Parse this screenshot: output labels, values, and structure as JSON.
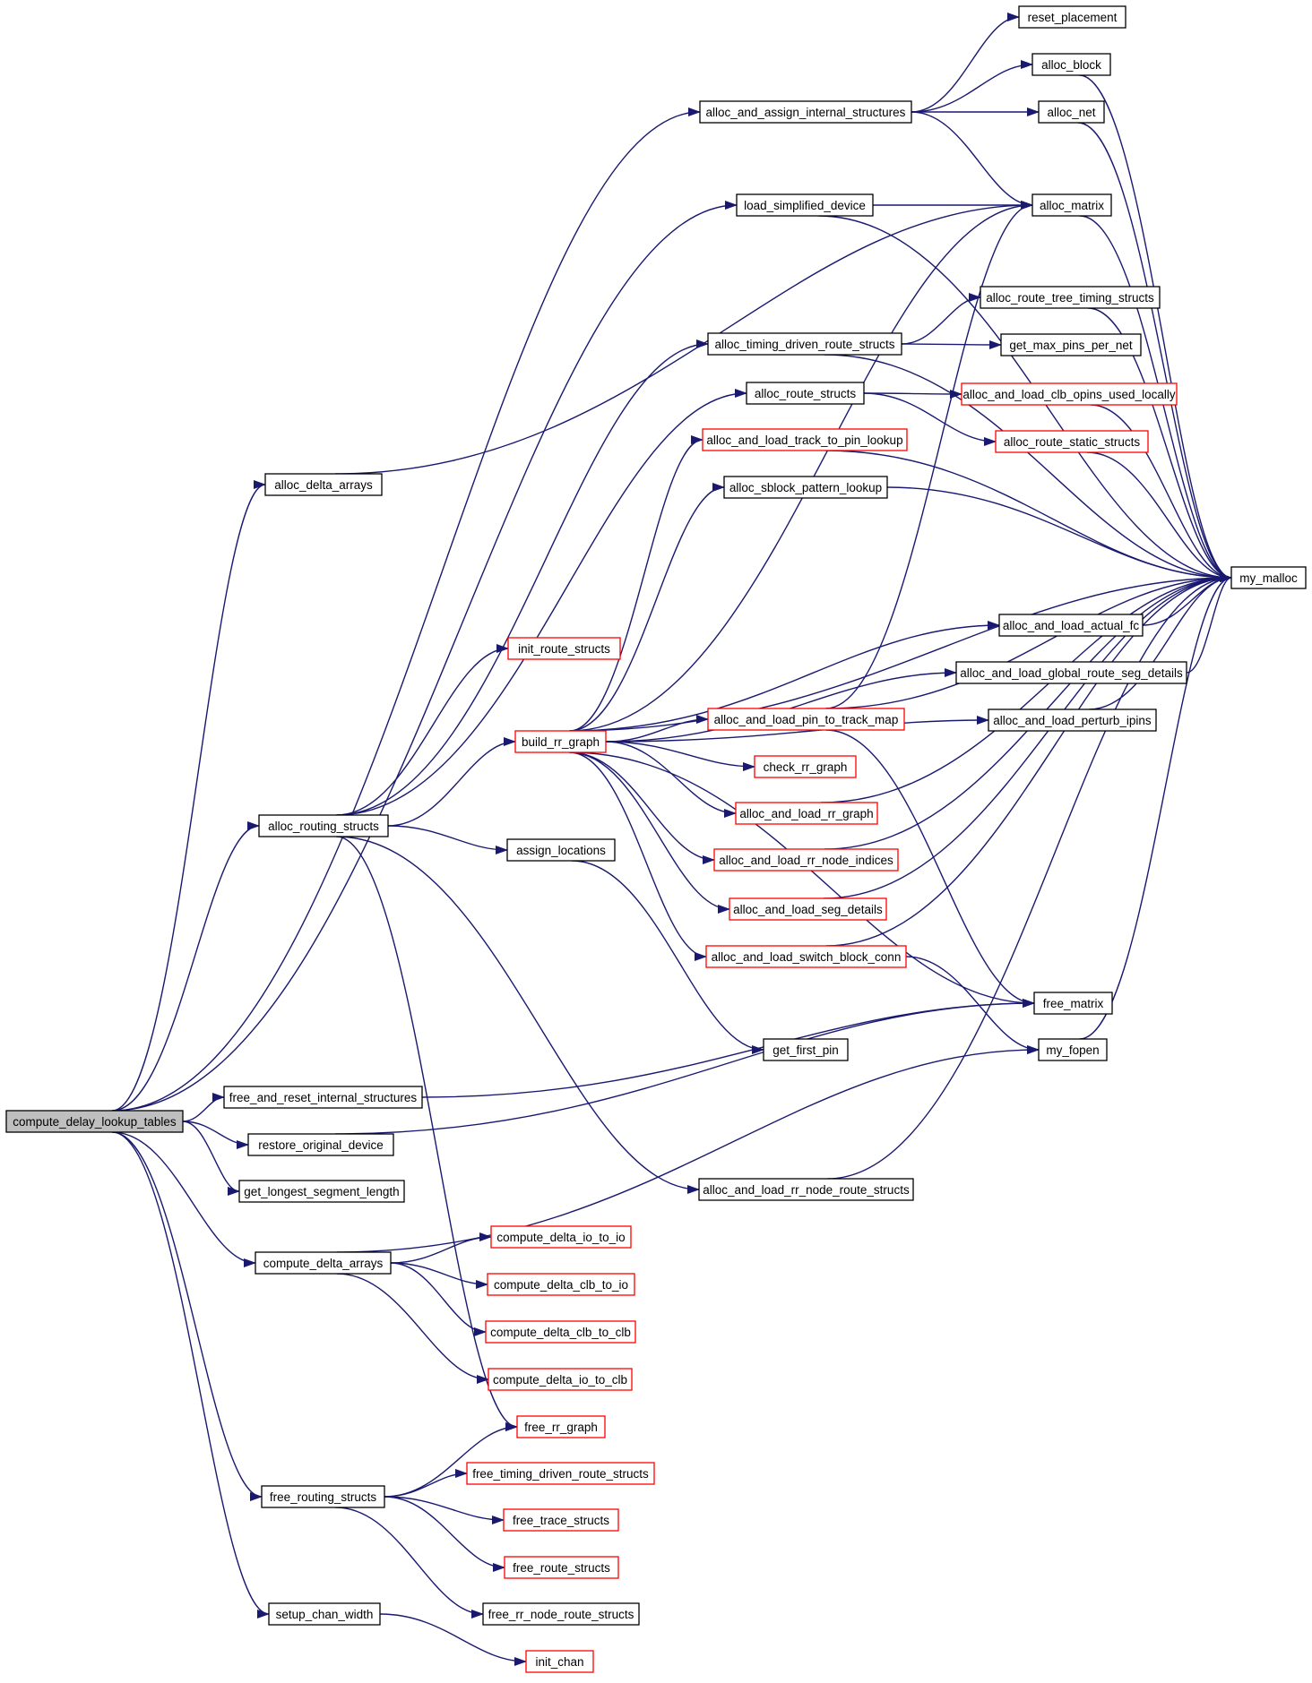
{
  "colors": {
    "edge": "#191970",
    "border_normal": "#000000",
    "border_truncated": "#ff0000",
    "root_fill": "#bfbfbf",
    "node_fill": "#ffffff"
  },
  "nodes": [
    {
      "id": "compute_delay_lookup_tables",
      "label": "compute_delay_lookup_tables",
      "style": "root"
    },
    {
      "id": "alloc_and_assign_internal_structures",
      "label": "alloc_and_assign_internal_structures",
      "style": "normal"
    },
    {
      "id": "reset_placement",
      "label": "reset_placement",
      "style": "normal"
    },
    {
      "id": "alloc_block",
      "label": "alloc_block",
      "style": "normal"
    },
    {
      "id": "alloc_net",
      "label": "alloc_net",
      "style": "normal"
    },
    {
      "id": "load_simplified_device",
      "label": "load_simplified_device",
      "style": "normal"
    },
    {
      "id": "alloc_matrix",
      "label": "alloc_matrix",
      "style": "normal"
    },
    {
      "id": "alloc_route_tree_timing_structs",
      "label": "alloc_route_tree_timing_structs",
      "style": "normal"
    },
    {
      "id": "alloc_timing_driven_route_structs",
      "label": "alloc_timing_driven_route_structs",
      "style": "normal"
    },
    {
      "id": "get_max_pins_per_net",
      "label": "get_max_pins_per_net",
      "style": "normal"
    },
    {
      "id": "alloc_route_structs",
      "label": "alloc_route_structs",
      "style": "normal"
    },
    {
      "id": "alloc_and_load_clb_opins_used_locally",
      "label": "alloc_and_load_clb_opins_used_locally",
      "style": "truncated"
    },
    {
      "id": "alloc_and_load_track_to_pin_lookup",
      "label": "alloc_and_load_track_to_pin_lookup",
      "style": "truncated"
    },
    {
      "id": "alloc_route_static_structs",
      "label": "alloc_route_static_structs",
      "style": "truncated"
    },
    {
      "id": "alloc_delta_arrays",
      "label": "alloc_delta_arrays",
      "style": "normal"
    },
    {
      "id": "alloc_sblock_pattern_lookup",
      "label": "alloc_sblock_pattern_lookup",
      "style": "normal"
    },
    {
      "id": "my_malloc",
      "label": "my_malloc",
      "style": "normal"
    },
    {
      "id": "alloc_and_load_actual_fc",
      "label": "alloc_and_load_actual_fc",
      "style": "normal"
    },
    {
      "id": "init_route_structs",
      "label": "init_route_structs",
      "style": "truncated"
    },
    {
      "id": "alloc_and_load_global_route_seg_details",
      "label": "alloc_and_load_global_route_seg_details",
      "style": "normal"
    },
    {
      "id": "alloc_and_load_pin_to_track_map",
      "label": "alloc_and_load_pin_to_track_map",
      "style": "truncated"
    },
    {
      "id": "alloc_and_load_perturb_ipins",
      "label": "alloc_and_load_perturb_ipins",
      "style": "normal"
    },
    {
      "id": "build_rr_graph",
      "label": "build_rr_graph",
      "style": "truncated"
    },
    {
      "id": "check_rr_graph",
      "label": "check_rr_graph",
      "style": "truncated"
    },
    {
      "id": "alloc_and_load_rr_graph",
      "label": "alloc_and_load_rr_graph",
      "style": "truncated"
    },
    {
      "id": "alloc_routing_structs",
      "label": "alloc_routing_structs",
      "style": "normal"
    },
    {
      "id": "assign_locations",
      "label": "assign_locations",
      "style": "normal"
    },
    {
      "id": "alloc_and_load_rr_node_indices",
      "label": "alloc_and_load_rr_node_indices",
      "style": "truncated"
    },
    {
      "id": "alloc_and_load_seg_details",
      "label": "alloc_and_load_seg_details",
      "style": "truncated"
    },
    {
      "id": "alloc_and_load_switch_block_conn",
      "label": "alloc_and_load_switch_block_conn",
      "style": "truncated"
    },
    {
      "id": "free_matrix",
      "label": "free_matrix",
      "style": "normal"
    },
    {
      "id": "get_first_pin",
      "label": "get_first_pin",
      "style": "normal"
    },
    {
      "id": "my_fopen",
      "label": "my_fopen",
      "style": "normal"
    },
    {
      "id": "free_and_reset_internal_structures",
      "label": "free_and_reset_internal_structures",
      "style": "normal"
    },
    {
      "id": "restore_original_device",
      "label": "restore_original_device",
      "style": "normal"
    },
    {
      "id": "get_longest_segment_length",
      "label": "get_longest_segment_length",
      "style": "normal"
    },
    {
      "id": "alloc_and_load_rr_node_route_structs",
      "label": "alloc_and_load_rr_node_route_structs",
      "style": "normal"
    },
    {
      "id": "compute_delta_arrays",
      "label": "compute_delta_arrays",
      "style": "normal"
    },
    {
      "id": "compute_delta_io_to_io",
      "label": "compute_delta_io_to_io",
      "style": "truncated"
    },
    {
      "id": "compute_delta_clb_to_io",
      "label": "compute_delta_clb_to_io",
      "style": "truncated"
    },
    {
      "id": "compute_delta_clb_to_clb",
      "label": "compute_delta_clb_to_clb",
      "style": "truncated"
    },
    {
      "id": "compute_delta_io_to_clb",
      "label": "compute_delta_io_to_clb",
      "style": "truncated"
    },
    {
      "id": "free_rr_graph",
      "label": "free_rr_graph",
      "style": "truncated"
    },
    {
      "id": "free_routing_structs",
      "label": "free_routing_structs",
      "style": "normal"
    },
    {
      "id": "free_timing_driven_route_structs",
      "label": "free_timing_driven_route_structs",
      "style": "truncated"
    },
    {
      "id": "free_trace_structs",
      "label": "free_trace_structs",
      "style": "truncated"
    },
    {
      "id": "free_route_structs",
      "label": "free_route_structs",
      "style": "truncated"
    },
    {
      "id": "free_rr_node_route_structs",
      "label": "free_rr_node_route_structs",
      "style": "normal"
    },
    {
      "id": "setup_chan_width",
      "label": "setup_chan_width",
      "style": "normal"
    },
    {
      "id": "init_chan",
      "label": "init_chan",
      "style": "truncated"
    }
  ],
  "edges": [
    [
      "compute_delay_lookup_tables",
      "alloc_and_assign_internal_structures"
    ],
    [
      "compute_delay_lookup_tables",
      "load_simplified_device"
    ],
    [
      "compute_delay_lookup_tables",
      "alloc_delta_arrays"
    ],
    [
      "compute_delay_lookup_tables",
      "alloc_routing_structs"
    ],
    [
      "compute_delay_lookup_tables",
      "free_and_reset_internal_structures"
    ],
    [
      "compute_delay_lookup_tables",
      "restore_original_device"
    ],
    [
      "compute_delay_lookup_tables",
      "get_longest_segment_length"
    ],
    [
      "compute_delay_lookup_tables",
      "compute_delta_arrays"
    ],
    [
      "compute_delay_lookup_tables",
      "free_routing_structs"
    ],
    [
      "compute_delay_lookup_tables",
      "setup_chan_width"
    ],
    [
      "alloc_and_assign_internal_structures",
      "reset_placement"
    ],
    [
      "alloc_and_assign_internal_structures",
      "alloc_block"
    ],
    [
      "alloc_and_assign_internal_structures",
      "alloc_net"
    ],
    [
      "alloc_and_assign_internal_structures",
      "alloc_matrix"
    ],
    [
      "alloc_block",
      "my_malloc"
    ],
    [
      "alloc_net",
      "my_malloc"
    ],
    [
      "load_simplified_device",
      "alloc_matrix"
    ],
    [
      "load_simplified_device",
      "my_malloc"
    ],
    [
      "alloc_matrix",
      "my_malloc"
    ],
    [
      "alloc_delta_arrays",
      "alloc_matrix"
    ],
    [
      "alloc_routing_structs",
      "alloc_timing_driven_route_structs"
    ],
    [
      "alloc_routing_structs",
      "init_route_structs"
    ],
    [
      "alloc_routing_structs",
      "build_rr_graph"
    ],
    [
      "alloc_routing_structs",
      "assign_locations"
    ],
    [
      "alloc_routing_structs",
      "alloc_and_load_rr_node_route_structs"
    ],
    [
      "alloc_routing_structs",
      "free_rr_graph"
    ],
    [
      "alloc_routing_structs",
      "alloc_route_structs"
    ],
    [
      "alloc_timing_driven_route_structs",
      "alloc_route_tree_timing_structs"
    ],
    [
      "alloc_timing_driven_route_structs",
      "get_max_pins_per_net"
    ],
    [
      "alloc_timing_driven_route_structs",
      "my_malloc"
    ],
    [
      "alloc_route_tree_timing_structs",
      "my_malloc"
    ],
    [
      "alloc_route_structs",
      "alloc_and_load_clb_opins_used_locally"
    ],
    [
      "alloc_route_structs",
      "alloc_route_static_structs"
    ],
    [
      "alloc_and_load_clb_opins_used_locally",
      "my_malloc"
    ],
    [
      "alloc_route_static_structs",
      "my_malloc"
    ],
    [
      "alloc_and_load_track_to_pin_lookup",
      "my_malloc"
    ],
    [
      "alloc_sblock_pattern_lookup",
      "my_malloc"
    ],
    [
      "alloc_and_load_actual_fc",
      "my_malloc"
    ],
    [
      "alloc_and_load_global_route_seg_details",
      "my_malloc"
    ],
    [
      "alloc_and_load_perturb_ipins",
      "my_malloc"
    ],
    [
      "alloc_and_load_pin_to_track_map",
      "my_malloc"
    ],
    [
      "alloc_and_load_pin_to_track_map",
      "alloc_matrix"
    ],
    [
      "alloc_and_load_pin_to_track_map",
      "free_matrix"
    ],
    [
      "build_rr_graph",
      "alloc_matrix"
    ],
    [
      "build_rr_graph",
      "alloc_and_load_track_to_pin_lookup"
    ],
    [
      "build_rr_graph",
      "alloc_sblock_pattern_lookup"
    ],
    [
      "build_rr_graph",
      "my_malloc"
    ],
    [
      "build_rr_graph",
      "alloc_and_load_actual_fc"
    ],
    [
      "build_rr_graph",
      "alloc_and_load_global_route_seg_details"
    ],
    [
      "build_rr_graph",
      "alloc_and_load_perturb_ipins"
    ],
    [
      "build_rr_graph",
      "alloc_and_load_pin_to_track_map"
    ],
    [
      "build_rr_graph",
      "check_rr_graph"
    ],
    [
      "build_rr_graph",
      "alloc_and_load_rr_graph"
    ],
    [
      "build_rr_graph",
      "alloc_and_load_rr_node_indices"
    ],
    [
      "build_rr_graph",
      "alloc_and_load_seg_details"
    ],
    [
      "build_rr_graph",
      "alloc_and_load_switch_block_conn"
    ],
    [
      "build_rr_graph",
      "free_matrix"
    ],
    [
      "alloc_and_load_rr_graph",
      "my_malloc"
    ],
    [
      "alloc_and_load_rr_node_indices",
      "my_malloc"
    ],
    [
      "alloc_and_load_seg_details",
      "my_malloc"
    ],
    [
      "alloc_and_load_switch_block_conn",
      "my_malloc"
    ],
    [
      "alloc_and_load_switch_block_conn",
      "my_fopen"
    ],
    [
      "assign_locations",
      "get_first_pin"
    ],
    [
      "my_fopen",
      "my_malloc"
    ],
    [
      "free_and_reset_internal_structures",
      "free_matrix"
    ],
    [
      "restore_original_device",
      "free_matrix"
    ],
    [
      "alloc_and_load_rr_node_route_structs",
      "my_malloc"
    ],
    [
      "compute_delta_arrays",
      "my_fopen"
    ],
    [
      "compute_delta_arrays",
      "compute_delta_io_to_io"
    ],
    [
      "compute_delta_arrays",
      "compute_delta_clb_to_io"
    ],
    [
      "compute_delta_arrays",
      "compute_delta_clb_to_clb"
    ],
    [
      "compute_delta_arrays",
      "compute_delta_io_to_clb"
    ],
    [
      "free_routing_structs",
      "free_rr_graph"
    ],
    [
      "free_routing_structs",
      "free_timing_driven_route_structs"
    ],
    [
      "free_routing_structs",
      "free_trace_structs"
    ],
    [
      "free_routing_structs",
      "free_route_structs"
    ],
    [
      "free_routing_structs",
      "free_rr_node_route_structs"
    ],
    [
      "setup_chan_width",
      "init_chan"
    ]
  ]
}
